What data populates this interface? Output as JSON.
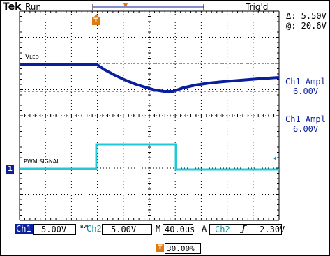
{
  "header": {
    "brand": "Tek",
    "run_state": "Run",
    "trigger_status": "Trig'd"
  },
  "cursor_readout": {
    "delta": "Δ: 5.50V",
    "at": "@: 20.6V"
  },
  "waveform_labels": {
    "vled_main": "V",
    "vled_sub": "LED",
    "pwm": "PWM SIGNAL"
  },
  "measurements": [
    {
      "name": "Ch1 Ampl",
      "value": "6.00V"
    },
    {
      "name": "Ch1 Ampl",
      "value": "6.00V"
    }
  ],
  "markers": {
    "trigger_icon": "T",
    "ch1_marker": "1"
  },
  "footer": {
    "ch1_label": "Ch1",
    "ch1_scale": "5.00V",
    "bw_symbol": "BW",
    "ch2_label": "Ch2",
    "ch2_scale": "5.00V",
    "timebase_mode": "M",
    "timebase": "40.0µs",
    "trigger_mode": "A",
    "trigger_source": "Ch2",
    "trigger_slope_icon": "rising-edge-icon",
    "trigger_level": "2.30V",
    "trigger_position": "30.00%"
  },
  "colors": {
    "ch1": "#0a1f9c",
    "ch2": "#22c8d8",
    "grid": "#000000",
    "trigger": "#e07a10"
  }
}
